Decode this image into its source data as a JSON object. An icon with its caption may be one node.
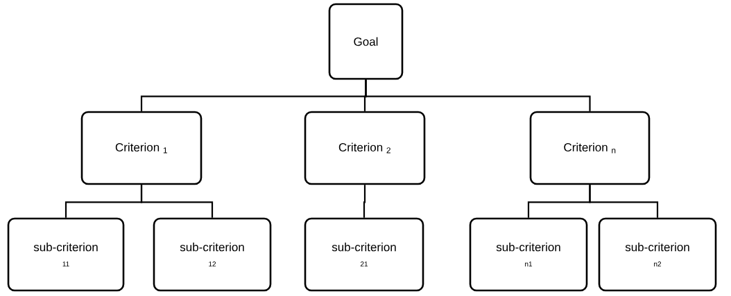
{
  "diagram": {
    "nodes": [
      {
        "text": [
          "Goal"
        ]
      },
      {
        "text": [
          "Criterion $_{1}$"
        ]
      },
      {
        "text": [
          "Criterion $_{2}$"
        ]
      },
      {
        "text": [
          "Criterion $_{n}$"
        ]
      },
      {
        "text": [
          "sub-criterion",
          "11"
        ]
      },
      {
        "text": [
          "sub-criterion",
          "12"
        ]
      },
      {
        "text": [
          "sub-criterion",
          "21"
        ]
      },
      {
        "text": [
          "sub-criterion",
          "n1"
        ]
      },
      {
        "text": [
          "sub-criterion",
          "n2"
        ]
      }
    ],
    "edges": [
      {
        "from": 0,
        "to": 1,
        "arrow": "none"
      },
      {
        "from": 0,
        "to": 2,
        "arrow": "none"
      },
      {
        "from": 0,
        "to": 3,
        "arrow": "none"
      },
      {
        "from": 1,
        "to": 4,
        "arrow": "none"
      },
      {
        "from": 1,
        "to": 5,
        "arrow": "none"
      },
      {
        "from": 2,
        "to": 6,
        "arrow": "none"
      },
      {
        "from": 3,
        "to": 7,
        "arrow": "none"
      },
      {
        "from": 3,
        "to": 8,
        "arrow": "none"
      }
    ]
  }
}
